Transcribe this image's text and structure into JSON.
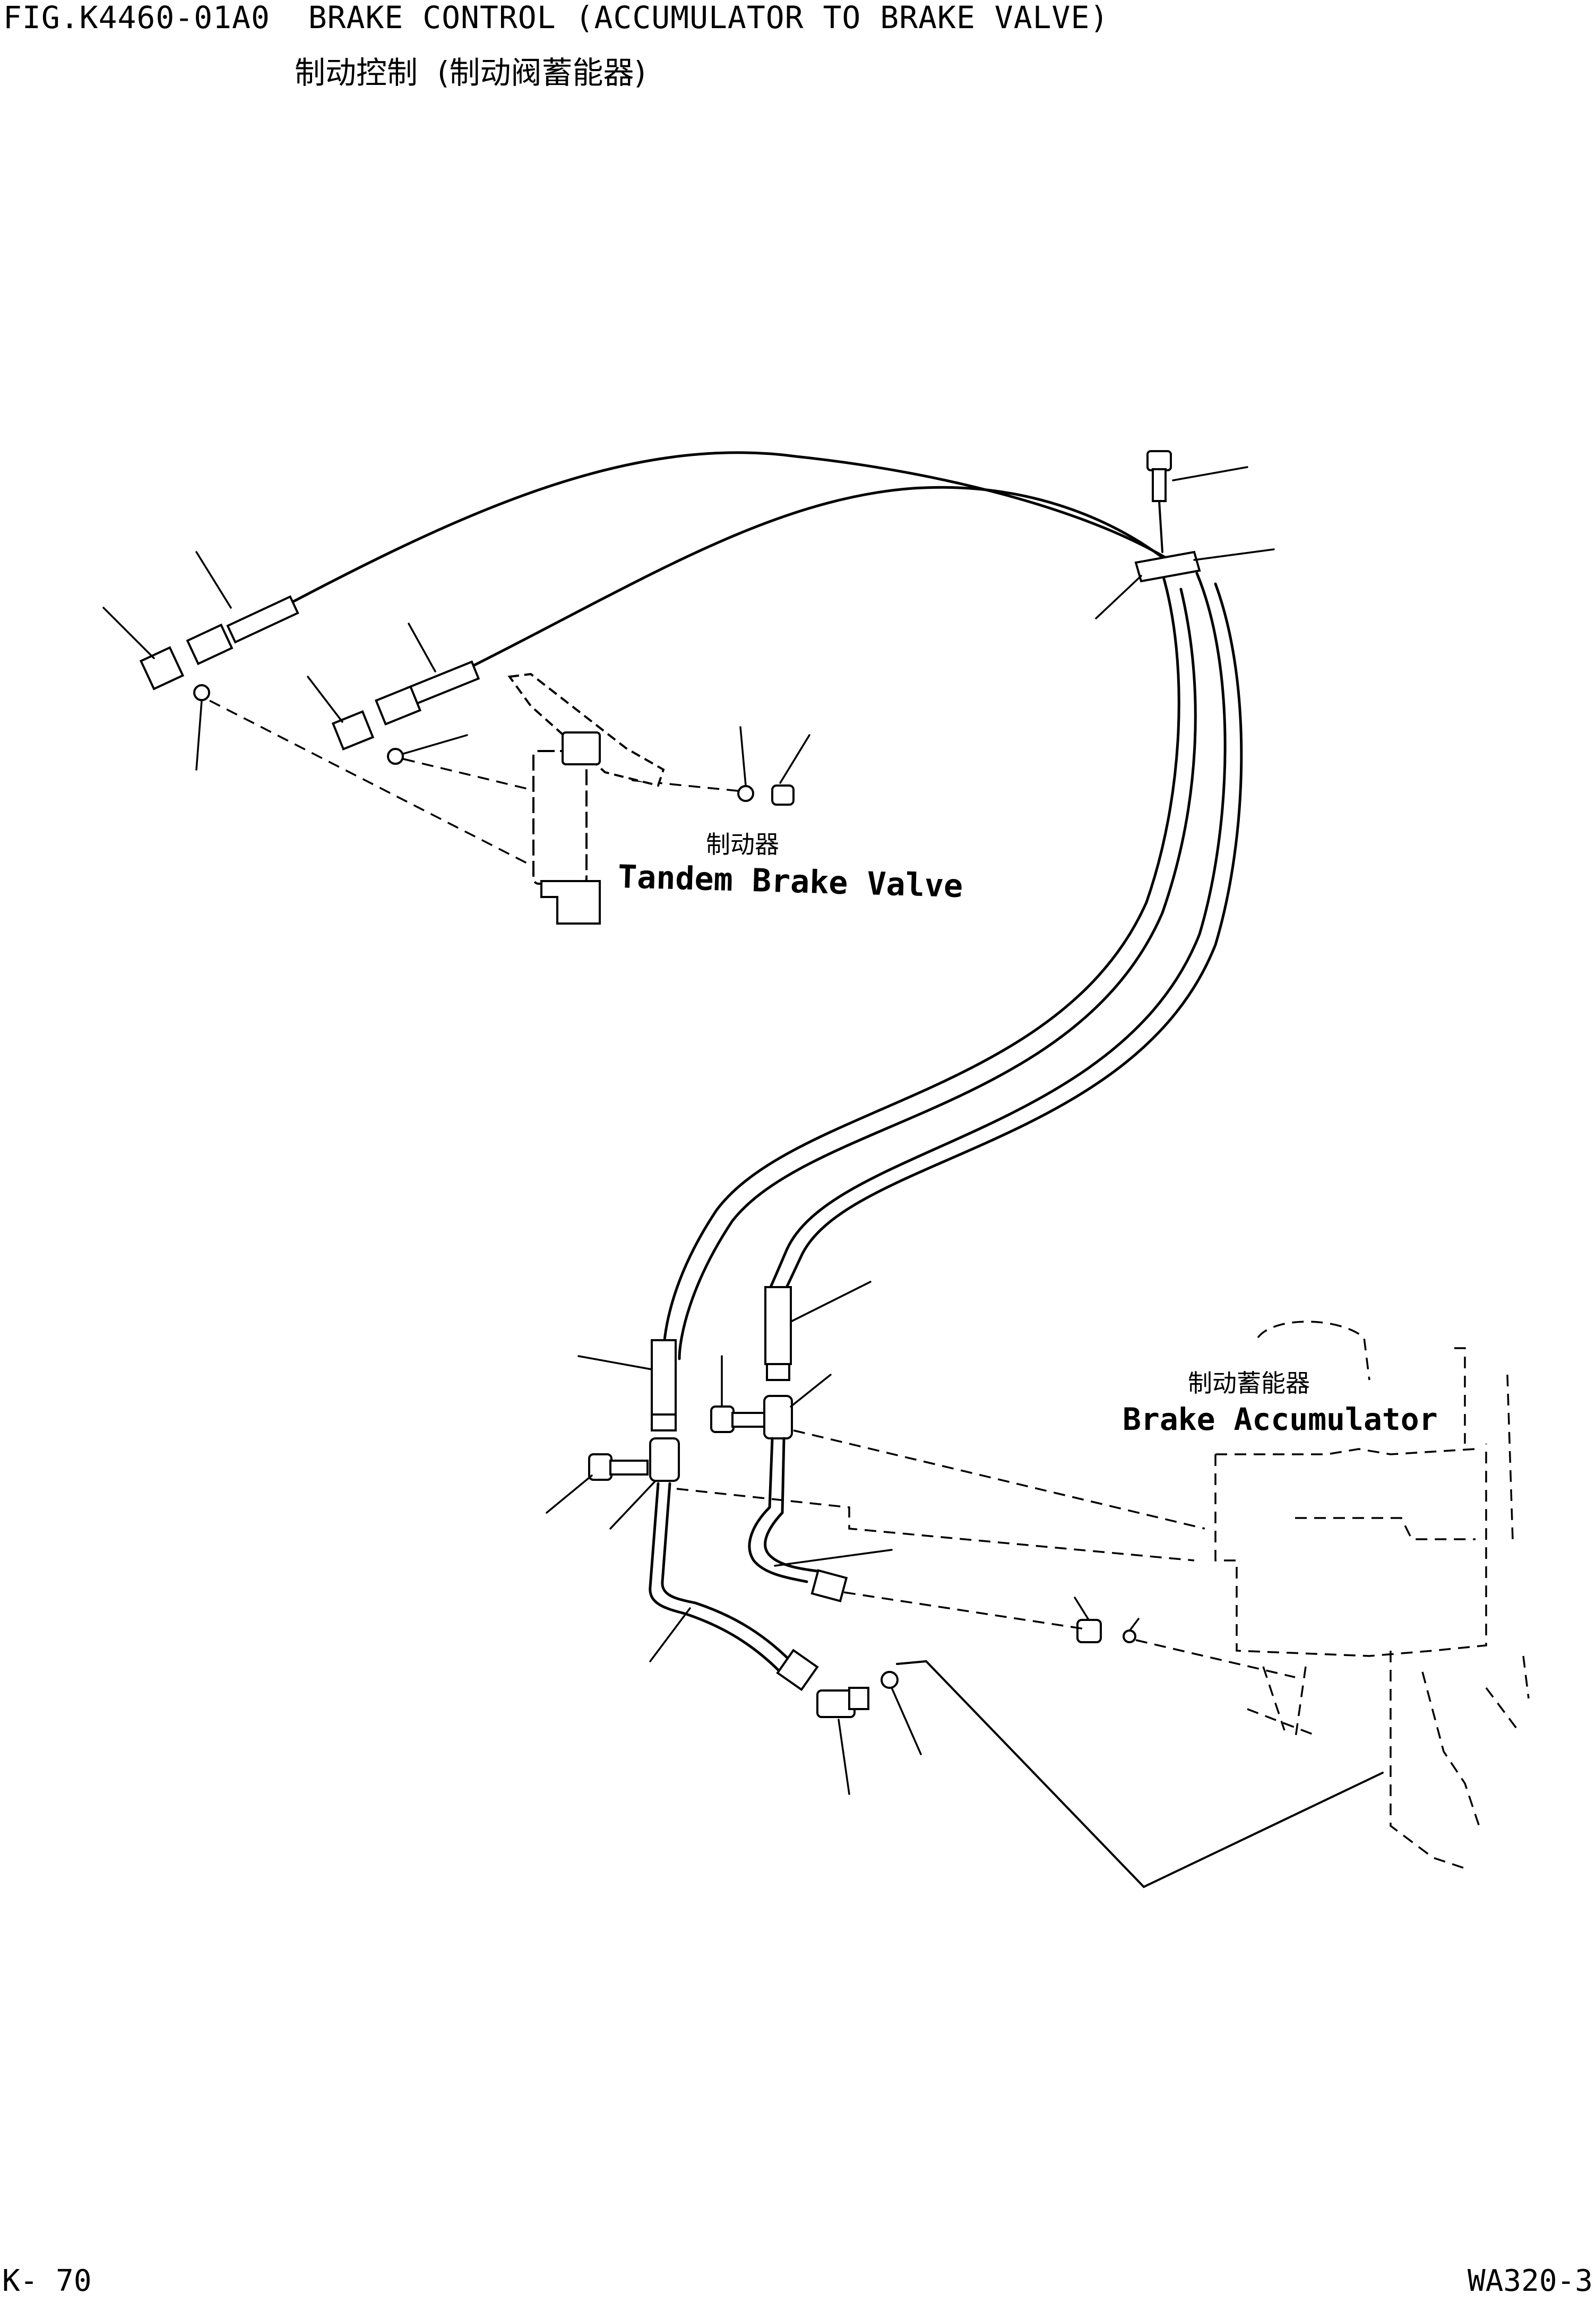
{
  "header": {
    "title": "FIG.K4460-01A0  BRAKE CONTROL (ACCUMULATOR TO BRAKE VALVE)",
    "title_cn": "制动控制  (制动阀蓄能器)"
  },
  "labels": {
    "brake_valve_cn": "制动器",
    "brake_valve_en": "Tandem Brake Valve",
    "brake_accumulator_cn": "制动蓄能器",
    "brake_accumulator_en": "Brake Accumulator"
  },
  "footer": {
    "page_number": "K- 70",
    "model_code": "WA320-3"
  },
  "icons": {
    "hose": "hose-icon",
    "fitting": "fitting-icon",
    "o_ring": "o-ring-icon",
    "bolt": "bolt-icon",
    "elbow": "elbow-icon",
    "valve": "brake-valve-icon",
    "accumulator": "accumulator-icon"
  }
}
